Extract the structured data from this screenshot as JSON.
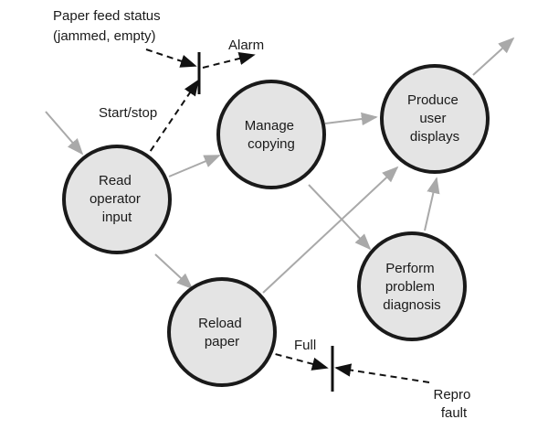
{
  "colors": {
    "process_fill": "#e4e4e4",
    "process_border": "#1a1a1a",
    "data_flow": "#a9a9a9",
    "control_flow": "#111111",
    "text": "#1a1a1a"
  },
  "processes": {
    "read_input": [
      "Read",
      "operator",
      "input"
    ],
    "manage_copying": [
      "Manage",
      "copying"
    ],
    "produce_displays": [
      "Produce",
      "user",
      "displays"
    ],
    "perform_diagnosis": [
      "Perform",
      "problem",
      "diagnosis"
    ],
    "reload_paper": [
      "Reload",
      "paper"
    ]
  },
  "labels": {
    "paper_feed_status": [
      "Paper feed status",
      "(jammed, empty)"
    ],
    "alarm": "Alarm",
    "start_stop": "Start/stop",
    "full": "Full",
    "repro_fault": [
      "Repro",
      "fault"
    ]
  }
}
